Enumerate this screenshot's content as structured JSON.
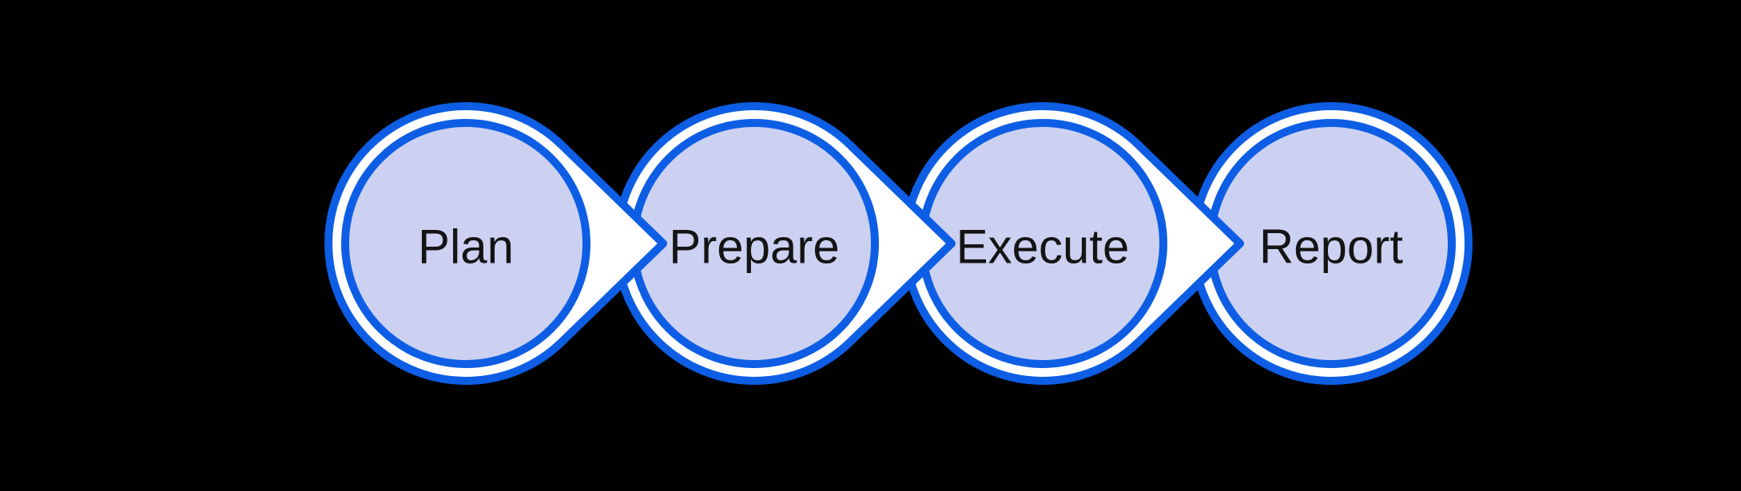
{
  "diagram": {
    "kind": "process-flow",
    "stages": [
      {
        "id": "plan",
        "label": "Plan"
      },
      {
        "id": "prepare",
        "label": "Prepare"
      },
      {
        "id": "execute",
        "label": "Execute"
      },
      {
        "id": "report",
        "label": "Report"
      }
    ],
    "colors": {
      "outline": "#0d5ee4",
      "shape_fill": "#ccd1f2",
      "ring_fill": "#ffffff",
      "label_text": "#141414",
      "background": "#000000"
    }
  }
}
